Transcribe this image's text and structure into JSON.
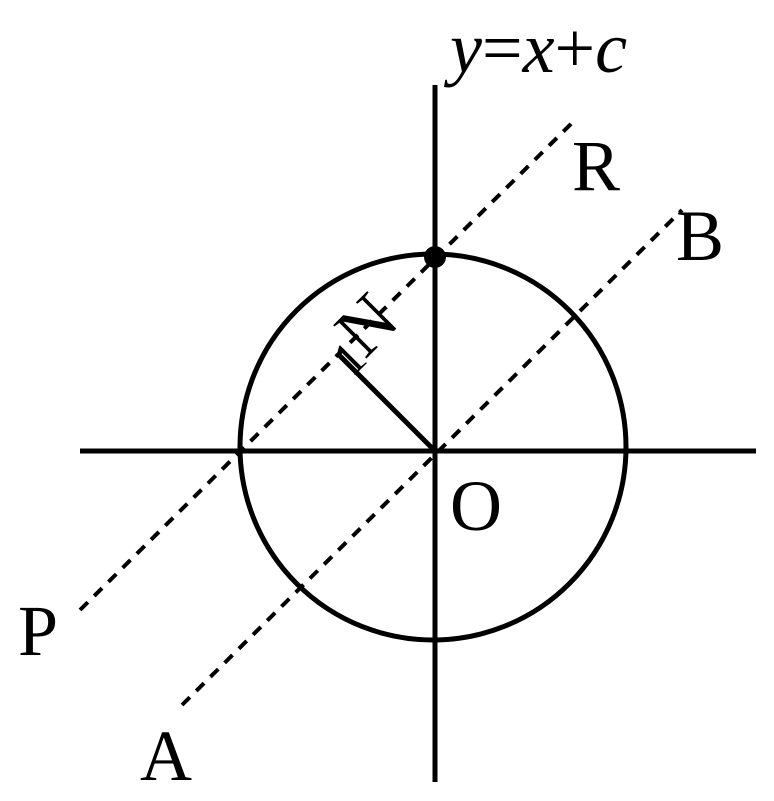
{
  "diagram": {
    "line_equation": {
      "y": "y",
      "eq": "=",
      "x": "x",
      "plus": "+",
      "c": "c"
    },
    "labels": {
      "R": "R",
      "B": "B",
      "O": "O",
      "P": "P",
      "A": "A",
      "N": "N",
      "radius": "1"
    },
    "colors": {
      "stroke": "#000000",
      "background": "#ffffff"
    }
  }
}
